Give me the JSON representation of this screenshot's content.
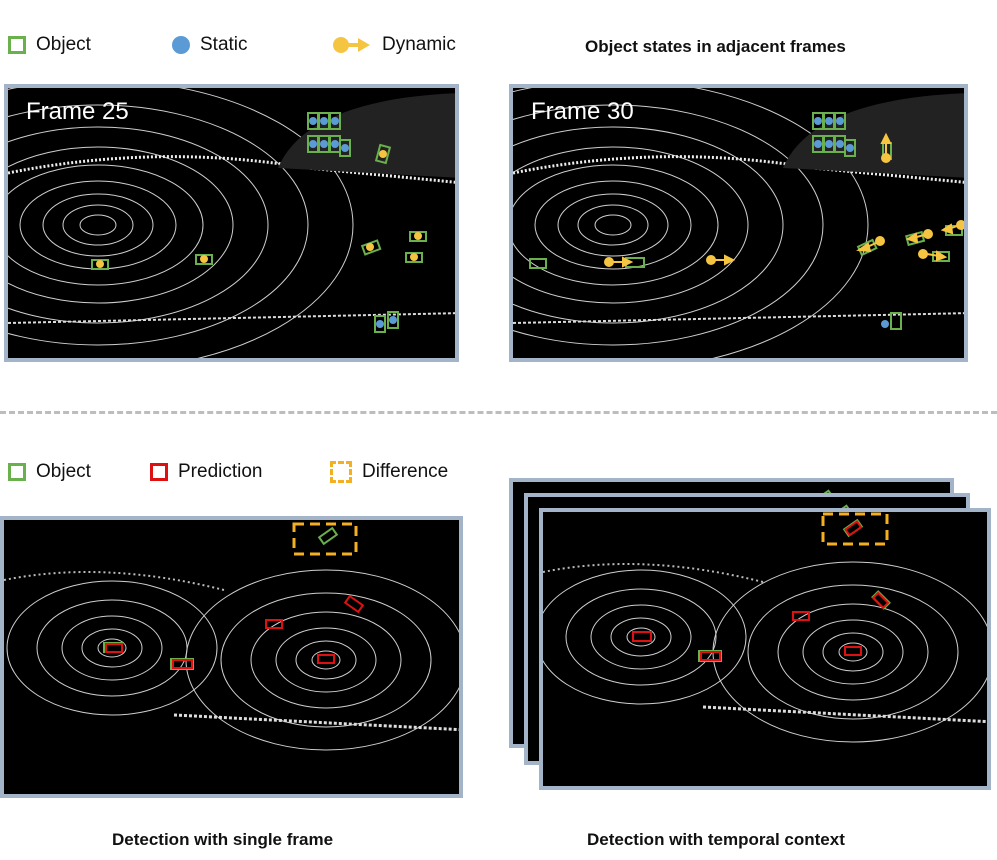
{
  "top_legend": {
    "object": "Object",
    "static": "Static",
    "dynamic": "Dynamic"
  },
  "top_title": "Object  states in adjacent frames",
  "frames": {
    "left_label": "Frame 25",
    "right_label": "Frame 30"
  },
  "bottom_legend": {
    "object": "Object",
    "prediction": "Prediction",
    "difference": "Difference"
  },
  "captions": {
    "single": "Detection with single frame",
    "temporal": "Detection with temporal context"
  },
  "colors": {
    "object": "#6ab04c",
    "static": "#5b9bd5",
    "dynamic": "#f5c542",
    "prediction": "#d11111",
    "difference": "#f5b021",
    "panel_border": "#a3b3c8"
  }
}
